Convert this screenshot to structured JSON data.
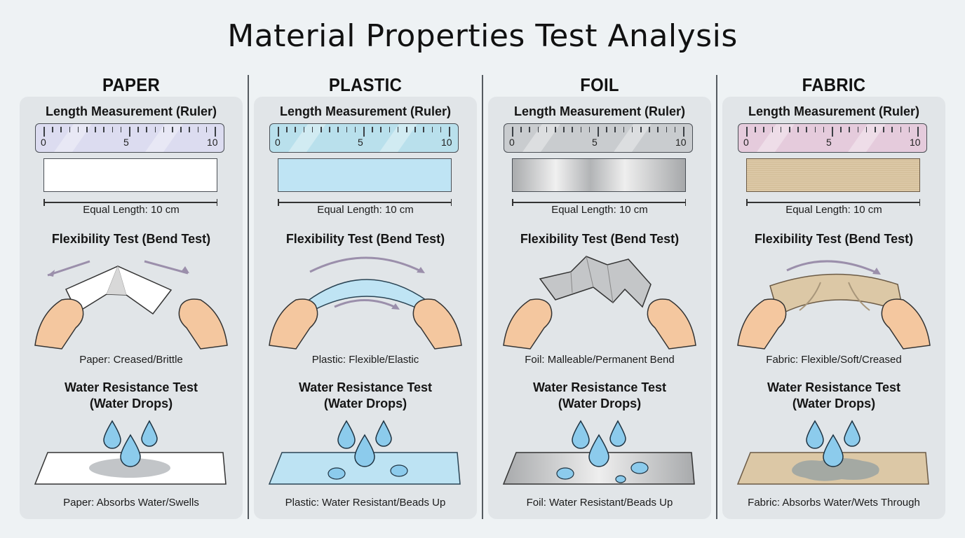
{
  "title": "Material Properties Test Analysis",
  "section_titles": {
    "length": "Length Measurement (Ruler)",
    "flex": "Flexibility Test (Bend Test)",
    "water_line1": "Water Resistance Test",
    "water_line2": "(Water Drops)"
  },
  "ruler_labels": {
    "start": "0",
    "mid": "5",
    "end": "10"
  },
  "materials": [
    {
      "name": "PAPER",
      "length_caption": "Equal Length: 10 cm",
      "flex_result": "Paper: Creased/Brittle",
      "water_result": "Paper: Absorbs Water/Swells",
      "colors": {
        "ruler": "#dcdcf0",
        "sample": "#ffffff",
        "surface": "#ffffff",
        "stain": "#9aa0a4"
      }
    },
    {
      "name": "PLASTIC",
      "length_caption": "Equal Length: 10 cm",
      "flex_result": "Plastic: Flexible/Elastic",
      "water_result": "Plastic: Water Resistant/Beads Up",
      "colors": {
        "ruler": "#b9e0ec",
        "sample": "#bfe4f4",
        "surface": "#bde3f3",
        "stain": ""
      }
    },
    {
      "name": "FOIL",
      "length_caption": "Equal Length: 10 cm",
      "flex_result": "Foil: Malleable/Permanent Bend",
      "water_result": "Foil: Water Resistant/Beads Up",
      "colors": {
        "ruler": "#c9cccf",
        "sample": "#c4c6c8",
        "surface": "#c8cacc",
        "stain": ""
      }
    },
    {
      "name": "FABRIC",
      "length_caption": "Equal Length: 10 cm",
      "flex_result": "Fabric: Flexible/Soft/Creased",
      "water_result": "Fabric: Absorbs Water/Wets Through",
      "colors": {
        "ruler": "#e5cbdc",
        "sample": "#dcc8a6",
        "surface": "#dcc8a6",
        "stain": "#9aa3a2"
      }
    }
  ],
  "accent_colors": {
    "drop": "#8ccbec",
    "drop_outline": "#1e3342",
    "skin": "#f4c79f",
    "arrow": "#9b8fab"
  }
}
